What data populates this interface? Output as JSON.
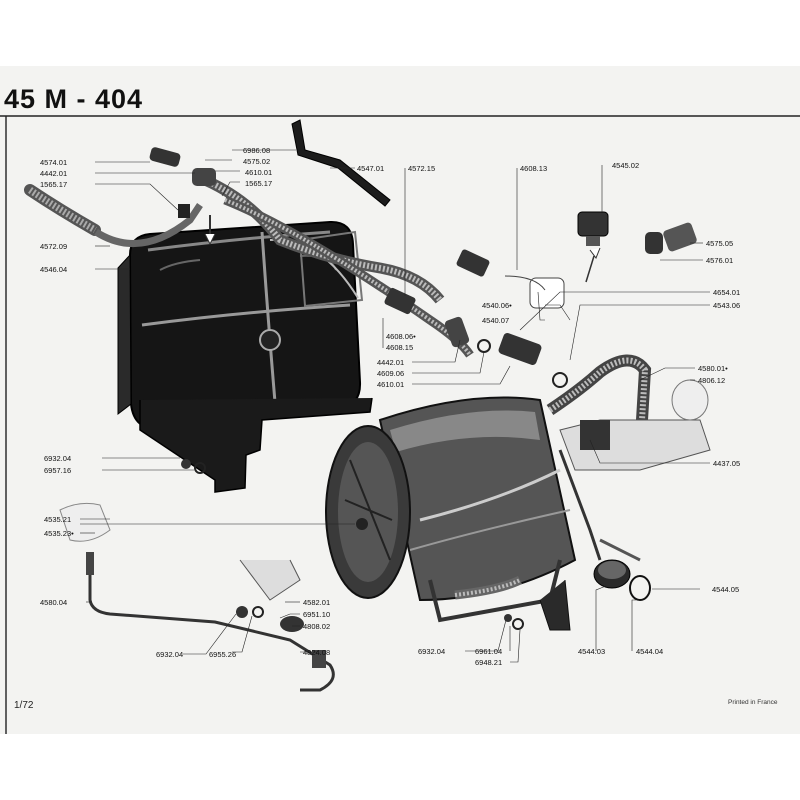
{
  "header": {
    "title": "45 M - 404"
  },
  "footer": {
    "page": "1/72",
    "printed": "Printed in France"
  },
  "parts": [
    {
      "id": "p01",
      "label": "4574.01"
    },
    {
      "id": "p02",
      "label": "4442.01"
    },
    {
      "id": "p03",
      "label": "1565.17"
    },
    {
      "id": "p04",
      "label": "6986.08"
    },
    {
      "id": "p05",
      "label": "4575.02"
    },
    {
      "id": "p06",
      "label": "4610.01"
    },
    {
      "id": "p07",
      "label": "1565.17"
    },
    {
      "id": "p08",
      "label": "4547.01"
    },
    {
      "id": "p09",
      "label": "4572.15"
    },
    {
      "id": "p10",
      "label": "4608.13"
    },
    {
      "id": "p11",
      "label": "4545.02"
    },
    {
      "id": "p12",
      "label": "4572.09"
    },
    {
      "id": "p13",
      "label": "4546.04"
    },
    {
      "id": "p14",
      "label": "4575.05"
    },
    {
      "id": "p15",
      "label": "4576.01"
    },
    {
      "id": "p16",
      "label": "4654.01"
    },
    {
      "id": "p17",
      "label": "4540.06•"
    },
    {
      "id": "p18",
      "label": "4543.06"
    },
    {
      "id": "p19",
      "label": "4540.07"
    },
    {
      "id": "p20",
      "label": "4608.06•"
    },
    {
      "id": "p21",
      "label": "4608.15"
    },
    {
      "id": "p22",
      "label": "4442.01"
    },
    {
      "id": "p23",
      "label": "4609.06"
    },
    {
      "id": "p24",
      "label": "4610.01"
    },
    {
      "id": "p25",
      "label": "4580.01•"
    },
    {
      "id": "p26",
      "label": "4806.12"
    },
    {
      "id": "p27",
      "label": "4437.05"
    },
    {
      "id": "p28",
      "label": "6932.04"
    },
    {
      "id": "p29",
      "label": "6957.16"
    },
    {
      "id": "p30",
      "label": "4535.21"
    },
    {
      "id": "p31",
      "label": "4535.23•"
    },
    {
      "id": "p32",
      "label": "4580.04"
    },
    {
      "id": "p33",
      "label": "4582.01"
    },
    {
      "id": "p34",
      "label": "6951.10"
    },
    {
      "id": "p35",
      "label": "4808.02"
    },
    {
      "id": "p36",
      "label": "4544.05"
    },
    {
      "id": "p37",
      "label": "6932.04"
    },
    {
      "id": "p38",
      "label": "6955.26"
    },
    {
      "id": "p39",
      "label": "4824.08"
    },
    {
      "id": "p40",
      "label": "6932.04"
    },
    {
      "id": "p41",
      "label": "6961.04"
    },
    {
      "id": "p42",
      "label": "6948.21"
    },
    {
      "id": "p43",
      "label": "4544.03"
    },
    {
      "id": "p44",
      "label": "4544.04"
    }
  ]
}
